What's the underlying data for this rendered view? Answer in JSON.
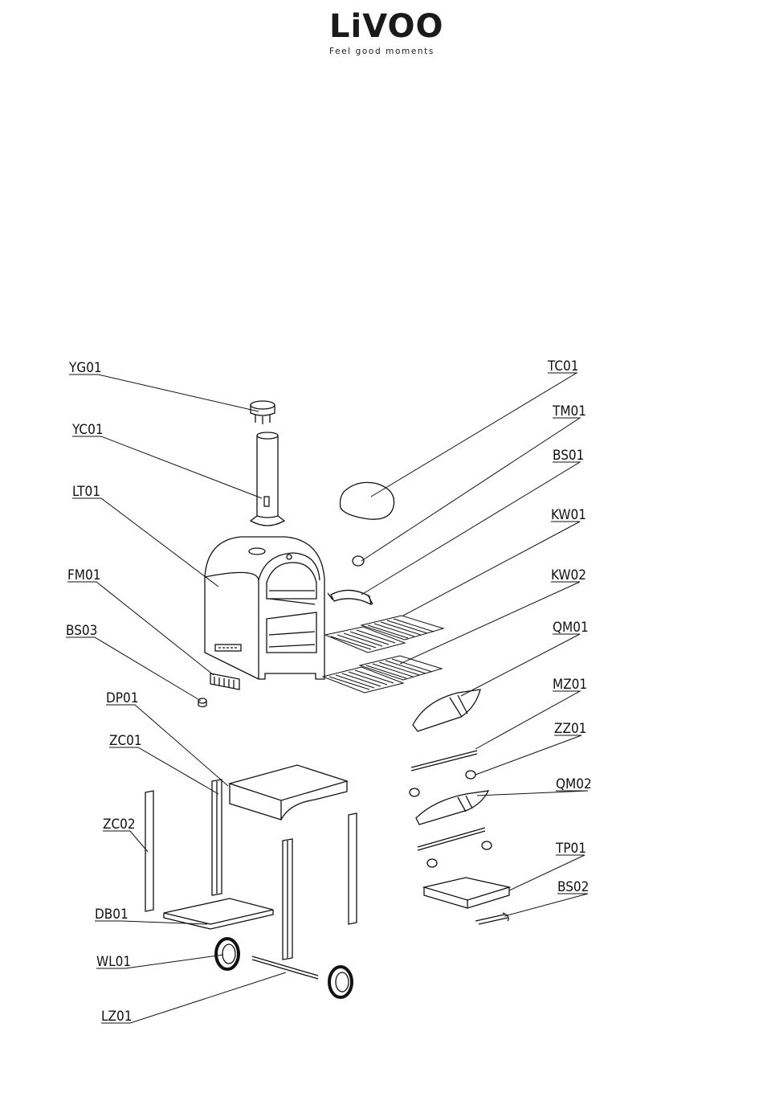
{
  "brand": {
    "name": "LiVOO",
    "tagline": "Feel good moments"
  },
  "parts": {
    "YG01": "YG01",
    "YC01": "YC01",
    "LT01": "LT01",
    "FM01": "FM01",
    "BS03": "BS03",
    "DP01": "DP01",
    "ZC01": "ZC01",
    "ZC02": "ZC02",
    "DB01": "DB01",
    "WL01": "WL01",
    "LZ01": "LZ01",
    "TC01": "TC01",
    "TM01": "TM01",
    "BS01": "BS01",
    "KW01": "KW01",
    "KW02": "KW02",
    "QM01": "QM01",
    "MZ01": "MZ01",
    "ZZ01": "ZZ01",
    "QM02": "QM02",
    "TP01": "TP01",
    "BS02": "BS02"
  }
}
